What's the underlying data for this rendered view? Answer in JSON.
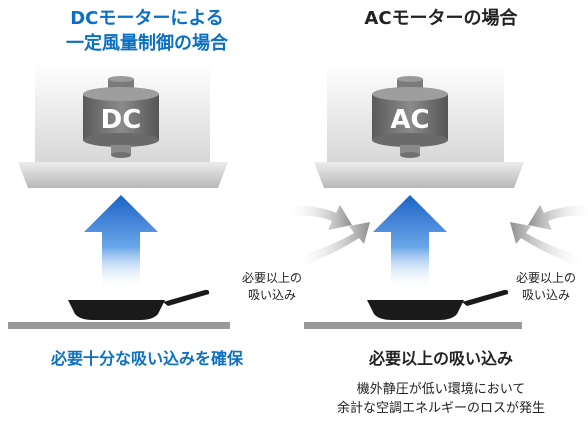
{
  "left": {
    "title_line1": "DCモーターによる",
    "title_line2": "一定風量制御の場合",
    "motor_label": "DC",
    "result": "必要十分な吸い込みを確保"
  },
  "right": {
    "title": "ACモーターの場合",
    "motor_label": "AC",
    "side_label_left_line1": "必要以上の",
    "side_label_left_line2": "吸い込み",
    "side_label_right_line1": "必要以上の",
    "side_label_right_line2": "吸い込み",
    "result": "必要以上の吸い込み",
    "note_line1": "機外静圧が低い環境において",
    "note_line2": "余計な空調エネルギーのロスが発生"
  },
  "colors": {
    "accent_blue": "#0b6fc6",
    "arrow_blue": "#1d63c7",
    "hood_gray": "#cfcfcf",
    "motor_gray": "#6f6f6f",
    "side_arrow_gray": "#9a9a9a",
    "pan": "#1a1a1a"
  }
}
